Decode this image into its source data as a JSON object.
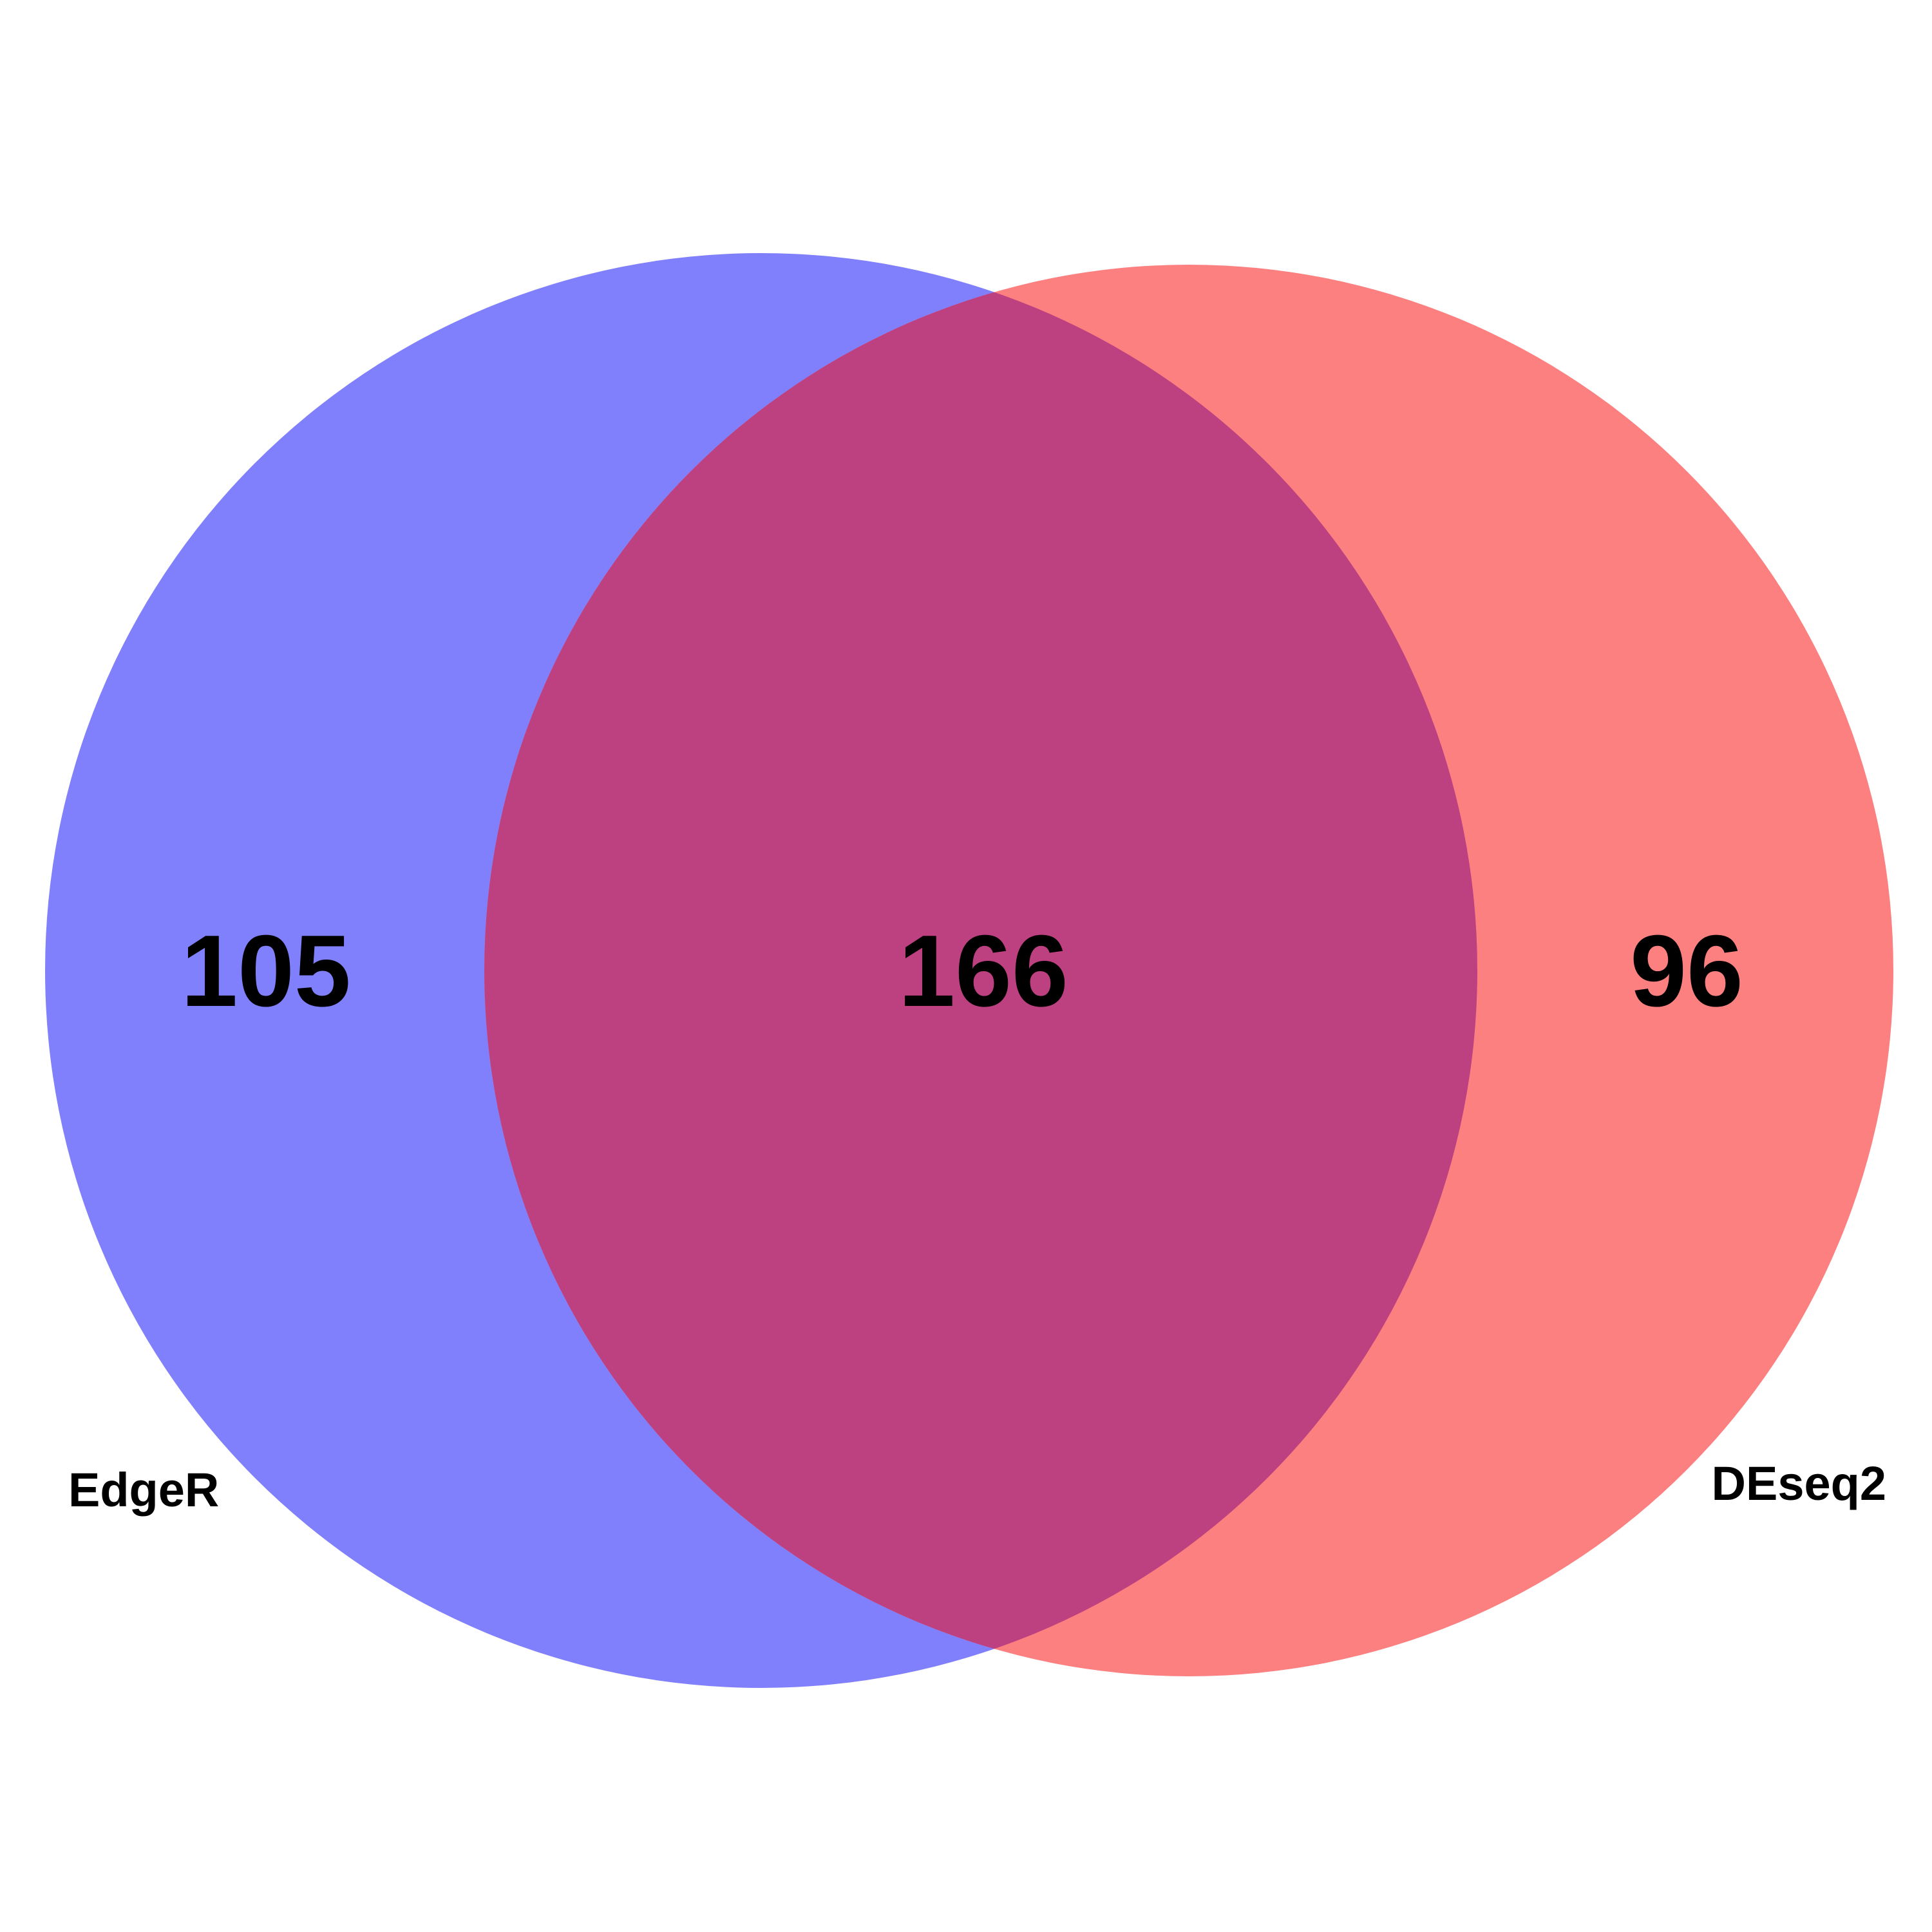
{
  "sets": [
    {
      "id": "edger",
      "label": "EdgeR",
      "color": "#8080fd"
    },
    {
      "id": "deseq2",
      "label": "DEseq2",
      "color": "#fd8080"
    }
  ],
  "overlap_color": "#bd4080",
  "regions": {
    "edger_only": "105",
    "both": "166",
    "deseq2_only": "96"
  },
  "chart_data": {
    "type": "venn",
    "sets": [
      "EdgeR",
      "DEseq2"
    ],
    "values": {
      "EdgeR only": 105,
      "EdgeR & DEseq2": 166,
      "DEseq2 only": 96
    }
  }
}
